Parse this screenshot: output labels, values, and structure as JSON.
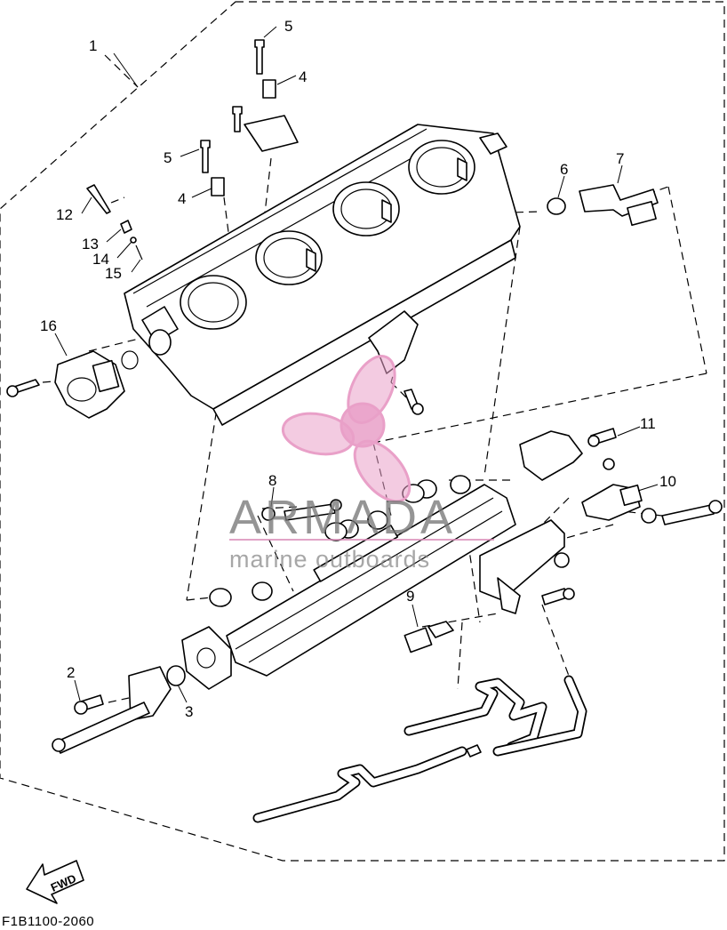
{
  "diagram": {
    "callouts": [
      "1",
      "2",
      "3",
      "4",
      "4",
      "5",
      "5",
      "6",
      "7",
      "8",
      "9",
      "10",
      "11",
      "12",
      "13",
      "14",
      "15",
      "16"
    ],
    "document_code": "F1B1100-2060",
    "direction_label": "FWD"
  },
  "watermark": {
    "brand": "ARMADA",
    "tagline": "marine outboards",
    "logo_color": "#e9a0c8"
  }
}
